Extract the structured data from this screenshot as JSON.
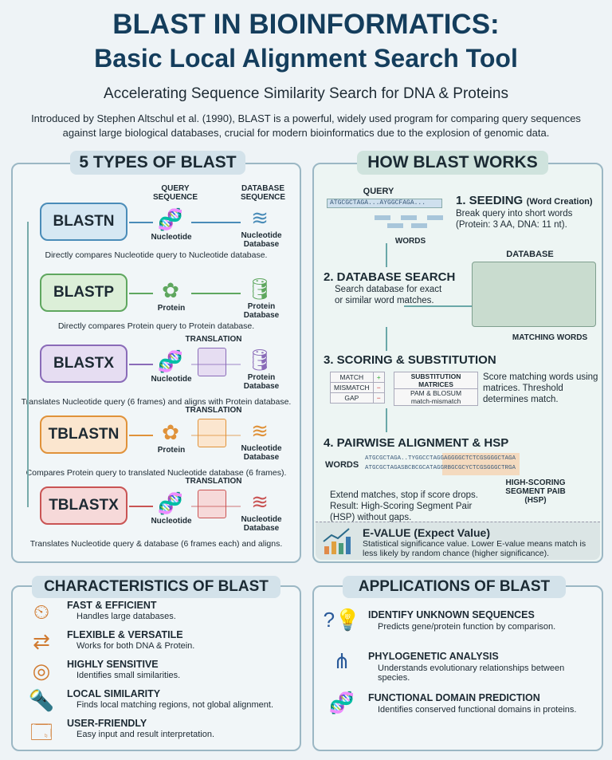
{
  "header": {
    "title_line1": "BLAST IN BIOINFORMATICS:",
    "title_line2": "Basic Local Alignment Search Tool",
    "subtitle": "Accelerating Sequence Similarity Search for DNA & Proteins",
    "intro": "Introduced by Stephen Altschul et al. (1990), BLAST is a powerful, widely used program for comparing query sequences against large biological databases, crucial for modern bioinformatics due to the explosion of genomic data."
  },
  "types": {
    "title": "5 TYPES OF BLAST",
    "query_header": "QUERY SEQUENCE",
    "db_header": "DATABASE SEQUENCE",
    "items": [
      {
        "name": "BLASTN",
        "query": "Nucleotide",
        "translation": "",
        "db": "Nucleotide Database",
        "desc": "Directly compares Nucleotide query to Nucleotide database.",
        "color": "#4a8cb8",
        "bg": "#d6e8f3"
      },
      {
        "name": "BLASTP",
        "query": "Protein",
        "translation": "",
        "db": "Protein Database",
        "desc": "Directly compares Protein query to Protein database.",
        "color": "#5fa75f",
        "bg": "#dcefd8"
      },
      {
        "name": "BLASTX",
        "query": "Nucleotide",
        "translation": "TRANSLATION",
        "db": "Protein Database",
        "desc": "Translates Nucleotide query (6 frames) and aligns with Protein database.",
        "color": "#8a6bb8",
        "bg": "#e6ddf2"
      },
      {
        "name": "TBLASTN",
        "query": "Protein",
        "translation": "TRANSLATION",
        "db": "Nucleotide Database",
        "desc": "Compares Protein query to translated Nucleotide database (6 frames).",
        "color": "#e0923a",
        "bg": "#fbe6cf"
      },
      {
        "name": "TBLASTX",
        "query": "Nucleotide",
        "translation": "TRANSLATION",
        "db": "Nucleotide Database",
        "desc": "Translates Nucleotide query & database (6 frames each) and aligns.",
        "color": "#c95454",
        "bg": "#f6d9d9"
      }
    ]
  },
  "works": {
    "title": "HOW BLAST WORKS",
    "query_label": "QUERY",
    "query_seq": "ATGCGCTAGA...AYGGCFAGA...",
    "words_label": "WORDS",
    "database_label": "DATABASE",
    "matching_words": "MATCHING WORDS",
    "steps": [
      {
        "title": "1. SEEDING",
        "note": "(Word Creation)",
        "text": "Break query into short words (Protein: 3 AA, DNA: 11 nt)."
      },
      {
        "title": "2. DATABASE SEARCH",
        "text": "Search database for exact or similar word matches."
      },
      {
        "title": "3. SCORING & SUBSTITUTION",
        "text": "Score matching words using matrices. Threshold determines match."
      },
      {
        "title": "4. PAIRWISE ALIGNMENT & HSP",
        "text": "Extend matches, stop if score drops. Result: High-Scoring Segment Pair (HSP) without gaps."
      }
    ],
    "scoring": {
      "rows": [
        [
          "MATCH",
          "+"
        ],
        [
          "MISMATCH",
          "−"
        ],
        [
          "GAP",
          "−"
        ]
      ],
      "matrix_header": "SUBSTITUTION MATRICES",
      "matrix_line1": "PAM & BLOSUM",
      "matrix_line2": "match-mismatch"
    },
    "alignment": {
      "words_label": "WORDS",
      "seq1": "ATGCGCTAGA..TYGGCCTAGGAGGGGCTCTCGSGGGCTAGA",
      "seq2": "ATGCGCTAGASBCBCGCATAGGRBGCGCYCTCGSGGGCTRGA",
      "hsp_label": "HIGH-SCORING SEGMENT PAIB (HSP)"
    },
    "evalue": {
      "title": "E-VALUE (Expect Value)",
      "text": "Statistical significance value. Lower E-value means match is less likely by random chance (higher significance)."
    }
  },
  "characteristics": {
    "title": "CHARACTERISTICS OF BLAST",
    "items": [
      {
        "icon": "speedometer-icon",
        "glyph": "⏲",
        "title": "FAST & EFFICIENT",
        "text": "Handles large databases."
      },
      {
        "icon": "arrows-icon",
        "glyph": "⇄",
        "title": "FLEXIBLE & VERSATILE",
        "text": "Works for both DNA & Protein."
      },
      {
        "icon": "target-icon",
        "glyph": "◎",
        "title": "HIGHLY SENSITIVE",
        "text": "Identifies small similarities."
      },
      {
        "icon": "flashlight-icon",
        "glyph": "🔦",
        "title": "LOCAL SIMILARITY",
        "text": "Finds local matching regions, not global alignment."
      },
      {
        "icon": "browser-window-icon",
        "glyph": "🗔",
        "title": "USER-FRIENDLY",
        "text": "Easy input and result interpretation."
      }
    ]
  },
  "applications": {
    "title": "APPLICATIONS OF BLAST",
    "items": [
      {
        "icon": "question-bulb-icon",
        "glyph": "?💡",
        "title": "IDENTIFY UNKNOWN SEQUENCES",
        "text": "Predicts gene/protein function by comparison."
      },
      {
        "icon": "tree-icon",
        "glyph": "⋔",
        "title": "PHYLOGENETIC ANALYSIS",
        "text": "Understands evolutionary relationships between species."
      },
      {
        "icon": "protein-domain-icon",
        "glyph": "🧬",
        "title": "FUNCTIONAL DOMAIN PREDICTION",
        "text": "Identifies conserved functional domains in proteins."
      }
    ]
  }
}
